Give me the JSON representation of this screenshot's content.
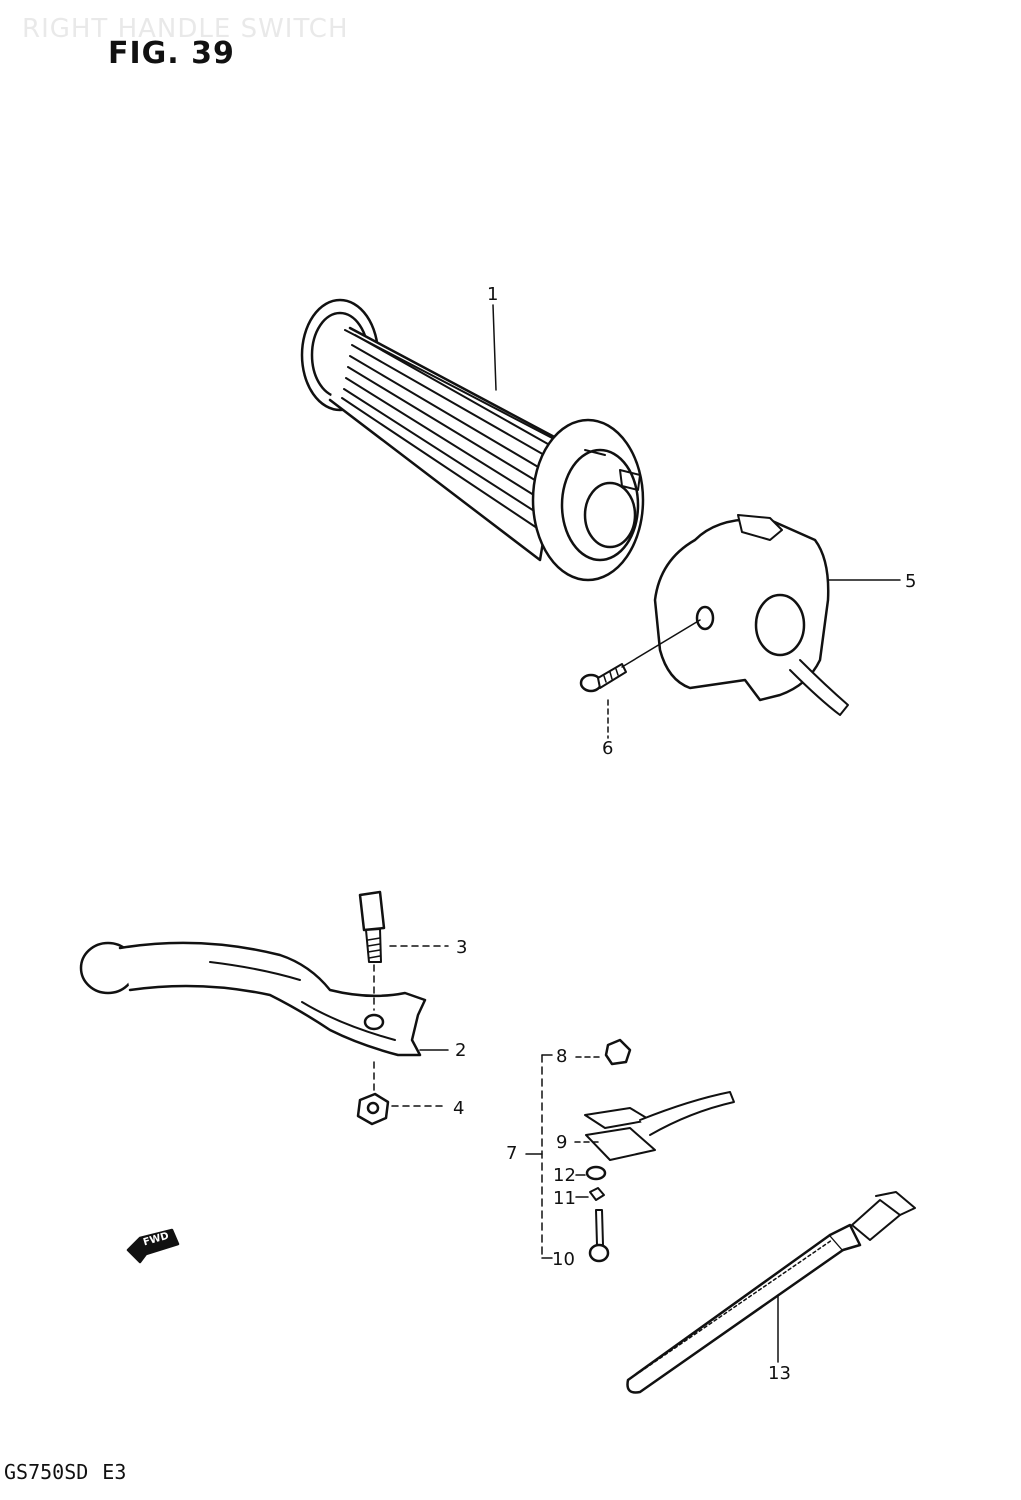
{
  "watermark": "RIGHT HANDLE SWITCH",
  "figure_label": "FIG. 39",
  "direction_badge": "FWD",
  "model_code": "GS750SD",
  "market_code": "E3",
  "callouts": [
    {
      "id": "c1",
      "text": "1"
    },
    {
      "id": "c2",
      "text": "2"
    },
    {
      "id": "c3",
      "text": "3"
    },
    {
      "id": "c4",
      "text": "4"
    },
    {
      "id": "c5",
      "text": "5"
    },
    {
      "id": "c6",
      "text": "6"
    },
    {
      "id": "c7",
      "text": "7"
    },
    {
      "id": "c8",
      "text": "8"
    },
    {
      "id": "c9",
      "text": "9"
    },
    {
      "id": "c10",
      "text": "10"
    },
    {
      "id": "c11",
      "text": "11"
    },
    {
      "id": "c12",
      "text": "12"
    },
    {
      "id": "c13",
      "text": "13"
    }
  ],
  "icons": [
    "grip-icon",
    "switch-housing-icon",
    "screw-icon",
    "lever-icon",
    "bolt-icon",
    "nut-icon",
    "cable-clamp-icon",
    "cable-tie-icon",
    "forward-arrow-icon"
  ],
  "colors": {
    "line": "#111111",
    "fill": "#ffffff",
    "watermark": "#e9e9e9"
  }
}
